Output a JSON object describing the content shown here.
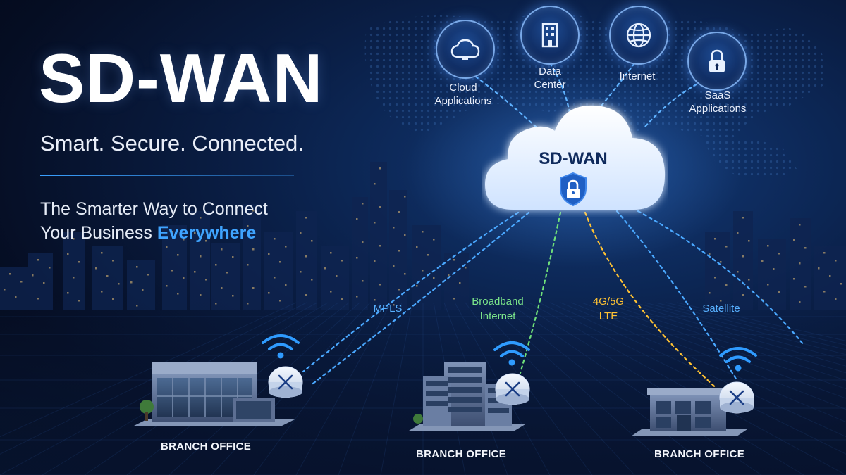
{
  "hero": {
    "title": "SD-WAN",
    "tagline": "Smart. Secure. Connected.",
    "subtitle_line1": "The Smarter Way to Connect",
    "subtitle_line2_prefix": "Your Business ",
    "subtitle_line2_accent": "Everywhere"
  },
  "cloud": {
    "label": "SD-WAN",
    "icon": "shield-lock-icon"
  },
  "services": [
    {
      "id": "cloud-applications",
      "label": "Cloud\nApplications",
      "icon": "cloud-icon"
    },
    {
      "id": "data-center",
      "label": "Data\nCenter",
      "icon": "building-icon"
    },
    {
      "id": "internet",
      "label": "Internet",
      "icon": "globe-icon"
    },
    {
      "id": "saas-applications",
      "label": "SaaS\nApplications",
      "icon": "lock-icon"
    }
  ],
  "links": [
    {
      "id": "mpls",
      "label": "MPLS",
      "color": "#4aa8ff"
    },
    {
      "id": "broadband",
      "label": "Broadband\nInternet",
      "color": "#6fe07a"
    },
    {
      "id": "lte",
      "label": "4G/5G\nLTE",
      "color": "#ffc233"
    },
    {
      "id": "satellite",
      "label": "Satellite",
      "color": "#4aa8ff"
    }
  ],
  "branches": [
    {
      "label": "BRANCH OFFICE"
    },
    {
      "label": "BRANCH OFFICE"
    },
    {
      "label": "BRANCH OFFICE"
    }
  ],
  "colors": {
    "accent": "#3fa4ff",
    "background": "#0a1f47",
    "cloud": "#eaf3ff"
  }
}
